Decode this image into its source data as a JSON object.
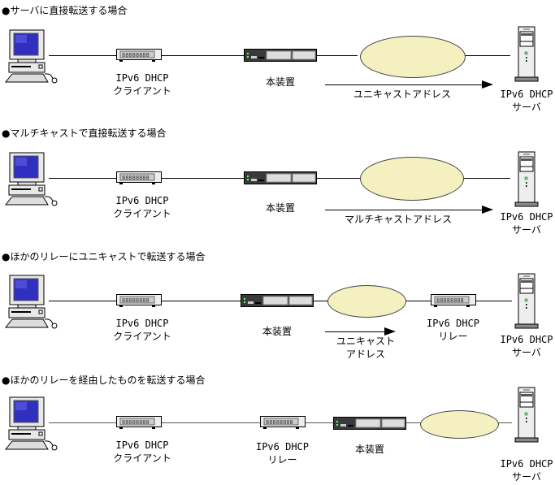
{
  "sections": [
    {
      "title": "●サーバに直接転送する場合",
      "client_label": [
        "IPv6 DHCP",
        "クライアント"
      ],
      "device_label": "本装置",
      "arrow_label": "ユニキャストアドレス",
      "server_label": [
        "IPv6 DHCP",
        "サーバ"
      ]
    },
    {
      "title": "●マルチキャストで直接転送する場合",
      "client_label": [
        "IPv6 DHCP",
        "クライアント"
      ],
      "device_label": "本装置",
      "arrow_label": "マルチキャストアドレス",
      "server_label": [
        "IPv6 DHCP",
        "サーバ"
      ]
    },
    {
      "title": "●ほかのリレーにユニキャストで転送する場合",
      "client_label": [
        "IPv6 DHCP",
        "クライアント"
      ],
      "device_label": "本装置",
      "arrow_label": [
        "ユニキャスト",
        "アドレス"
      ],
      "relay_label": [
        "IPv6 DHCP",
        "リレー"
      ],
      "server_label": [
        "IPv6 DHCP",
        "サーバ"
      ]
    },
    {
      "title": "●ほかのリレーを経由したものを転送する場合",
      "client_label": [
        "IPv6 DHCP",
        "クライアント"
      ],
      "relay_label": [
        "IPv6 DHCP",
        "リレー"
      ],
      "device_label": "本装置",
      "server_label": [
        "IPv6 DHCP",
        "サーバ"
      ]
    }
  ],
  "colors": {
    "cloud_fill": "#f5f0c0",
    "monitor_screen": "#3030c0",
    "switch_body": "#3a3a3a"
  }
}
